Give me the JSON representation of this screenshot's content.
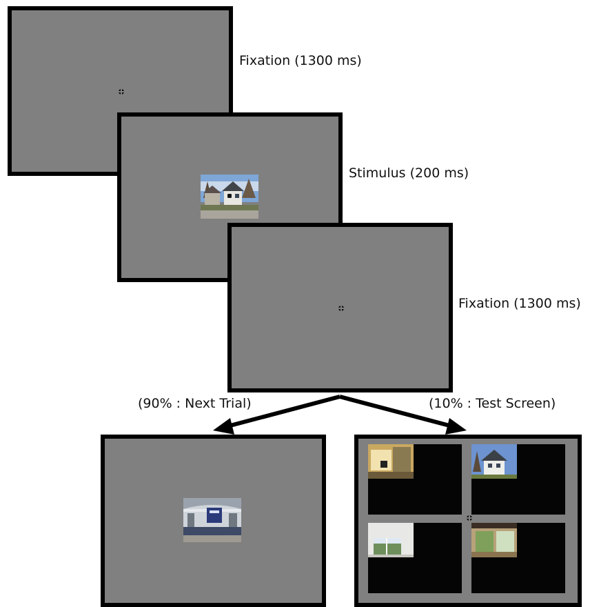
{
  "labels": {
    "fixation_1": "Fixation (1300 ms)",
    "stimulus": "Stimulus (200 ms)",
    "fixation_2": "Fixation (1300 ms)",
    "branch_next": "(90% : Next Trial)",
    "branch_test": "(10% : Test Screen)"
  },
  "colors": {
    "screen_gray": "#808080",
    "frame": "#000000",
    "test_quadrant": "#050505"
  },
  "icons": {
    "fixation_cross": "fixation-cross-icon",
    "arrow": "arrow-icon"
  },
  "images": {
    "stimulus": "house-photo",
    "next_trial": "airport-photo",
    "test_options": [
      "interior-photo",
      "house-photo",
      "window-room-photo",
      "glass-room-photo"
    ]
  }
}
